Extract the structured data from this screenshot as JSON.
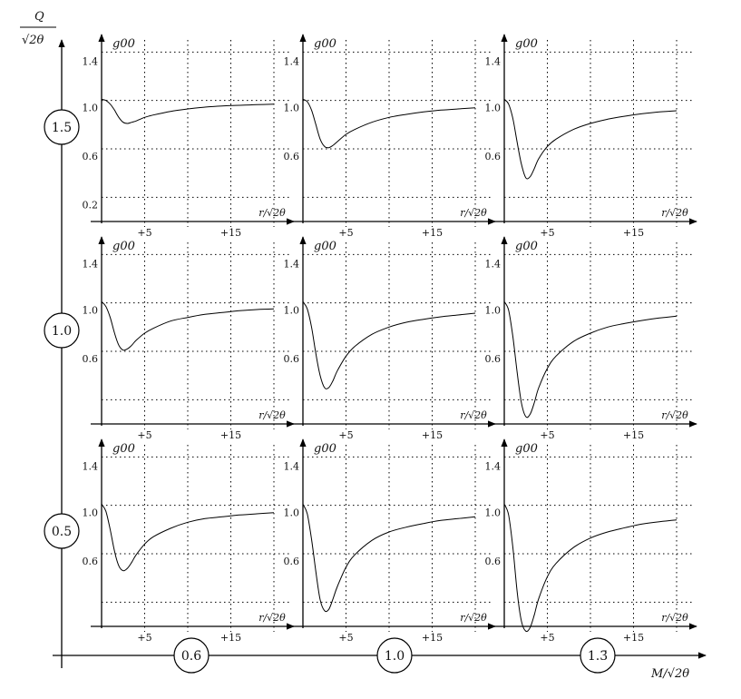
{
  "figure": {
    "y_axis_label_num": "Q",
    "y_axis_label_den": "√2θ",
    "x_axis_label": "M/√2θ",
    "row_badges": [
      "1.5",
      "1.0",
      "0.5"
    ],
    "col_badges": [
      "0.6̄",
      "1.0",
      "1.3̄"
    ],
    "panel_ylabel": "g00",
    "panel_xlabel": "r/√2θ",
    "ytick_labels": [
      "1.4",
      "1.0",
      "0.6",
      "0.2"
    ],
    "xtick_labels": [
      "+5",
      "+15"
    ]
  },
  "chart_data": {
    "type": "line",
    "description_axes": "grid of g00 vs r/√2θ panels; rows Q/√2θ = 1.5, 1.0, 0.5 (top to bottom); columns M/√2θ = 0.6̄, 1.0, 1.3̄",
    "x_range": [
      0,
      20
    ],
    "y_range": [
      0.0,
      1.5
    ],
    "yticks": [
      1.4,
      1.0,
      0.6,
      0.2
    ],
    "xticks": [
      5,
      15
    ],
    "rows_Q": [
      1.5,
      1.0,
      0.5
    ],
    "cols_M": [
      "0.6̄",
      "1.0",
      "1.3̄"
    ],
    "panels": [
      {
        "row": 0,
        "col": 0,
        "x": [
          0,
          0.5,
          1,
          1.5,
          2,
          2.5,
          3,
          3.5,
          4,
          5,
          6,
          8,
          10,
          12,
          14,
          16,
          18,
          20
        ],
        "y": [
          1.01,
          1.0,
          0.97,
          0.92,
          0.86,
          0.82,
          0.81,
          0.82,
          0.83,
          0.86,
          0.88,
          0.91,
          0.93,
          0.945,
          0.955,
          0.96,
          0.965,
          0.97
        ]
      },
      {
        "row": 0,
        "col": 1,
        "x": [
          0,
          0.5,
          1,
          1.5,
          2,
          2.5,
          3,
          3.5,
          4,
          5,
          6,
          8,
          10,
          12,
          14,
          16,
          18,
          20
        ],
        "y": [
          1.01,
          0.99,
          0.92,
          0.8,
          0.68,
          0.62,
          0.61,
          0.63,
          0.66,
          0.72,
          0.76,
          0.82,
          0.86,
          0.885,
          0.905,
          0.92,
          0.93,
          0.94
        ]
      },
      {
        "row": 0,
        "col": 2,
        "x": [
          0,
          0.5,
          1,
          1.5,
          2,
          2.5,
          3,
          3.5,
          4,
          5,
          6,
          8,
          10,
          12,
          14,
          16,
          18,
          20
        ],
        "y": [
          1.01,
          0.97,
          0.85,
          0.65,
          0.47,
          0.36,
          0.37,
          0.44,
          0.52,
          0.62,
          0.68,
          0.76,
          0.81,
          0.845,
          0.87,
          0.89,
          0.905,
          0.915
        ]
      },
      {
        "row": 1,
        "col": 0,
        "x": [
          0,
          0.5,
          1,
          1.5,
          2,
          2.5,
          3,
          3.5,
          4,
          5,
          6,
          8,
          10,
          12,
          14,
          16,
          18,
          20
        ],
        "y": [
          1.01,
          0.97,
          0.88,
          0.75,
          0.65,
          0.61,
          0.62,
          0.65,
          0.69,
          0.75,
          0.79,
          0.85,
          0.88,
          0.905,
          0.92,
          0.935,
          0.945,
          0.95
        ]
      },
      {
        "row": 1,
        "col": 1,
        "x": [
          0,
          0.5,
          1,
          1.5,
          2,
          2.5,
          3,
          3.5,
          4,
          5,
          6,
          8,
          10,
          12,
          14,
          16,
          18,
          20
        ],
        "y": [
          1.01,
          0.95,
          0.8,
          0.58,
          0.4,
          0.3,
          0.3,
          0.36,
          0.44,
          0.56,
          0.64,
          0.74,
          0.8,
          0.84,
          0.865,
          0.885,
          0.9,
          0.915
        ]
      },
      {
        "row": 1,
        "col": 2,
        "x": [
          0,
          0.5,
          1,
          1.5,
          2,
          2.5,
          3,
          3.5,
          4,
          5,
          6,
          8,
          10,
          12,
          14,
          16,
          18,
          20
        ],
        "y": [
          1.01,
          0.94,
          0.72,
          0.42,
          0.17,
          0.06,
          0.08,
          0.18,
          0.3,
          0.46,
          0.56,
          0.68,
          0.75,
          0.8,
          0.83,
          0.855,
          0.875,
          0.89
        ]
      },
      {
        "row": 2,
        "col": 0,
        "x": [
          0,
          0.5,
          1,
          1.5,
          2,
          2.5,
          3,
          3.5,
          4,
          5,
          6,
          8,
          10,
          12,
          14,
          16,
          18,
          20
        ],
        "y": [
          1.01,
          0.95,
          0.8,
          0.62,
          0.5,
          0.46,
          0.48,
          0.53,
          0.59,
          0.68,
          0.74,
          0.81,
          0.86,
          0.89,
          0.905,
          0.92,
          0.93,
          0.94
        ]
      },
      {
        "row": 2,
        "col": 1,
        "x": [
          0,
          0.5,
          1,
          1.5,
          2,
          2.5,
          3,
          3.5,
          4,
          5,
          6,
          8,
          10,
          12,
          14,
          16,
          18,
          20
        ],
        "y": [
          1.01,
          0.93,
          0.72,
          0.45,
          0.22,
          0.13,
          0.14,
          0.23,
          0.33,
          0.49,
          0.59,
          0.71,
          0.78,
          0.82,
          0.85,
          0.875,
          0.89,
          0.905
        ]
      },
      {
        "row": 2,
        "col": 2,
        "x": [
          0,
          0.5,
          1,
          1.5,
          2,
          2.5,
          3,
          3.5,
          4,
          5,
          6,
          8,
          10,
          12,
          14,
          16,
          18,
          20
        ],
        "y": [
          1.01,
          0.92,
          0.65,
          0.28,
          0.04,
          -0.04,
          -0.01,
          0.1,
          0.23,
          0.41,
          0.52,
          0.65,
          0.73,
          0.78,
          0.815,
          0.845,
          0.865,
          0.88
        ]
      }
    ]
  }
}
